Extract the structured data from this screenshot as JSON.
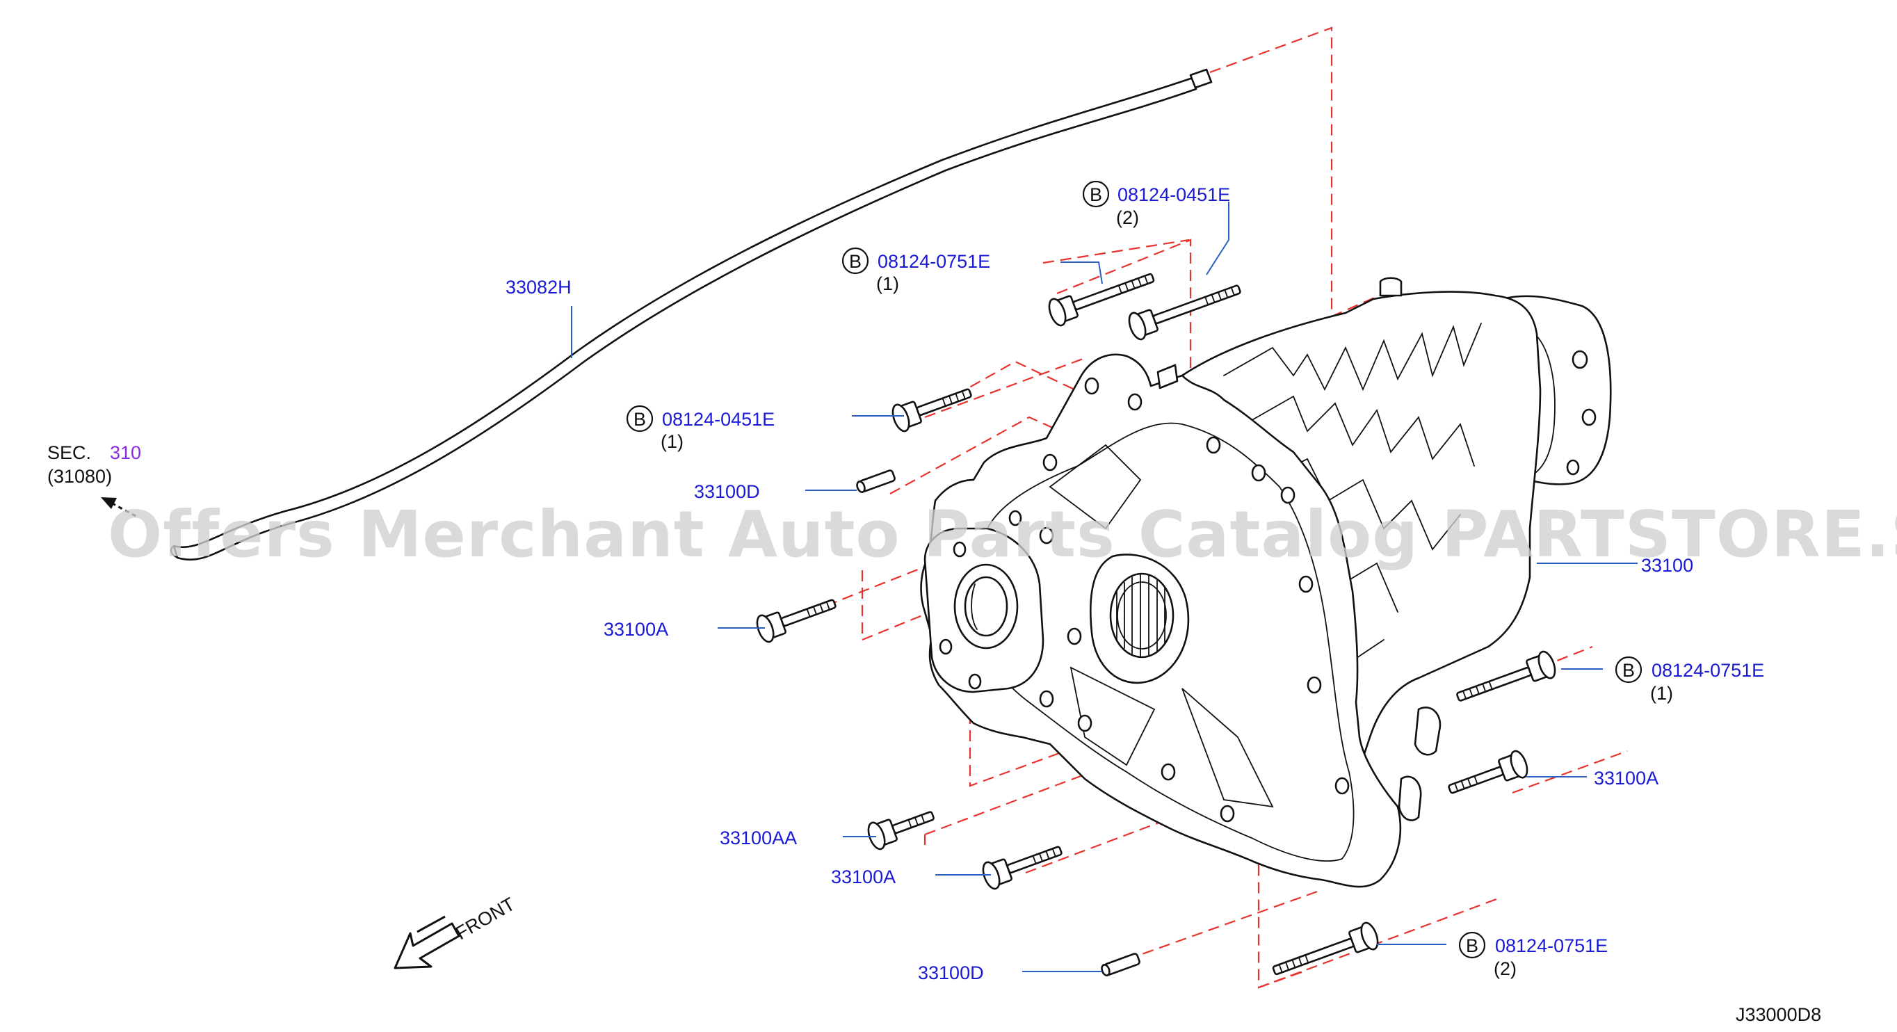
{
  "colors": {
    "callout": "#1a1ad6",
    "section_ref": "#8a2be2",
    "phantom_line": "#e8322d",
    "leader_line": "#2b5fbf",
    "watermark": "#cfcfcf"
  },
  "watermark": "Offers Merchant Auto Parts Catalog PARTSTORE.SA",
  "section_ref": {
    "prefix": "SEC.",
    "number": "310",
    "sub": "(31080)"
  },
  "direction": {
    "label": "FRONT",
    "icon": "front-arrow-icon"
  },
  "figure_id": "J33000D8",
  "callouts": {
    "tube": "33082H",
    "transfer_assembly": "33100",
    "bolt_top_right": {
      "marker": "B",
      "code": "08124-0451E",
      "qty": "(2)"
    },
    "bolt_top_left": {
      "marker": "B",
      "code": "08124-0751E",
      "qty": "(1)"
    },
    "bolt_left_upper": {
      "marker": "B",
      "code": "08124-0451E",
      "qty": "(1)"
    },
    "dowel_upper": "33100D",
    "bolt_left_mid": "33100A",
    "bolt_right_upper": {
      "marker": "B",
      "code": "08124-0751E",
      "qty": "(1)"
    },
    "bolt_right_mid": "33100A",
    "bolt_aa": "33100AA",
    "bolt_lower_a": "33100A",
    "dowel_lower": "33100D",
    "bolt_bottom_right": {
      "marker": "B",
      "code": "08124-0751E",
      "qty": "(2)"
    }
  }
}
